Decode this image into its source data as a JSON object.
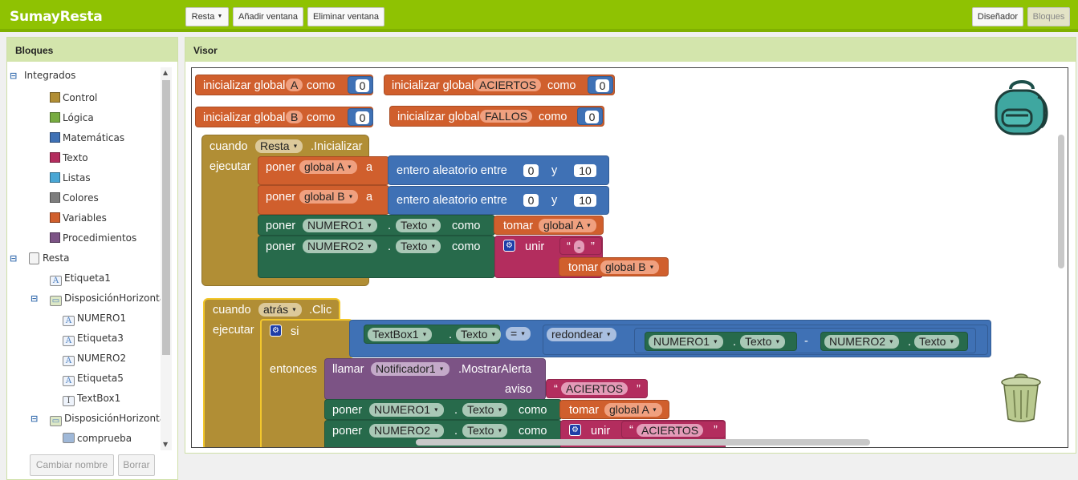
{
  "app": {
    "title": "SumayResta"
  },
  "toolbar": {
    "screen_select": "Resta",
    "add_screen": "Añadir ventana",
    "remove_screen": "Eliminar ventana",
    "designer": "Diseñador",
    "blocks": "Bloques"
  },
  "left_panel": {
    "title": "Bloques",
    "builtin": {
      "label": "Integrados",
      "items": [
        "Control",
        "Lógica",
        "Matemáticas",
        "Texto",
        "Listas",
        "Colores",
        "Variables",
        "Procedimientos"
      ]
    },
    "screen": {
      "label": "Resta"
    },
    "components": [
      {
        "label": "Etiqueta1",
        "icon": "label-icon"
      },
      {
        "label": "DisposiciónHorizontal",
        "icon": "horizontal-arrangement-icon"
      },
      {
        "label": "NUMERO1",
        "icon": "label-icon"
      },
      {
        "label": "Etiqueta3",
        "icon": "label-icon"
      },
      {
        "label": "NUMERO2",
        "icon": "label-icon"
      },
      {
        "label": "Etiqueta5",
        "icon": "label-icon"
      },
      {
        "label": "TextBox1",
        "icon": "textbox-icon"
      },
      {
        "label": "DisposiciónHorizontal",
        "icon": "horizontal-arrangement-icon"
      },
      {
        "label": "comprueba",
        "icon": "button-icon"
      }
    ],
    "rename_button": "Cambiar nombre",
    "delete_button": "Borrar"
  },
  "viewer": {
    "title": "Visor",
    "globals": {
      "init": "inicializar global",
      "como": "como",
      "a_name": "A",
      "a_value": "0",
      "b_name": "B",
      "b_value": "0",
      "aciertos_name": "ACIERTOS",
      "aciertos_value": "0",
      "fallos_name": "FALLOS",
      "fallos_value": "0"
    },
    "event1": {
      "cuando": "cuando",
      "component": "Resta",
      "event": ".Inicializar",
      "ejecutar": "ejecutar",
      "set_a": {
        "poner": "poner",
        "var": "global A",
        "a": "a",
        "random": "entero aleatorio entre",
        "from": "0",
        "y": "y",
        "to": "10"
      },
      "set_b": {
        "poner": "poner",
        "var": "global B",
        "a": "a",
        "random": "entero aleatorio entre",
        "from": "0",
        "y": "y",
        "to": "10"
      },
      "set_n1": {
        "poner": "poner",
        "component": "NUMERO1",
        "dot": ".",
        "prop": "Texto",
        "como": "como",
        "tomar": "tomar",
        "var": "global A"
      },
      "set_n2": {
        "poner": "poner",
        "component": "NUMERO2",
        "dot": ".",
        "prop": "Texto",
        "como": "como",
        "unir": "unir",
        "text": "-",
        "tomar": "tomar",
        "var": "global B"
      }
    },
    "event2": {
      "cuando": "cuando",
      "component": "atrás",
      "event": ".Clic",
      "ejecutar": "ejecutar",
      "si": "si",
      "entonces": "entonces",
      "compare": {
        "left": "TextBox1",
        "dot": ".",
        "prop": "Texto",
        "op": "=",
        "round": "redondear",
        "n1": "NUMERO1",
        "prop1": "Texto",
        "minus": "-",
        "n2": "NUMERO2",
        "prop2": "Texto"
      },
      "call": {
        "llamar": "llamar",
        "component": "Notificador1",
        "method": ".MostrarAlerta",
        "aviso": "aviso",
        "text": "ACIERTOS"
      },
      "set_n1": {
        "poner": "poner",
        "component": "NUMERO1",
        "dot": ".",
        "prop": "Texto",
        "como": "como",
        "tomar": "tomar",
        "var": "global A"
      },
      "set_n2": {
        "poner": "poner",
        "component": "NUMERO2",
        "dot": ".",
        "prop": "Texto",
        "como": "como",
        "unir": "unir",
        "text": "ACIERTOS"
      }
    }
  },
  "colors": {
    "brand": "#8fc202",
    "variables": "#d05f2d",
    "math": "#3f71b5",
    "text": "#b32d5e",
    "control": "#b18e35",
    "procedures": "#7c5385",
    "components": "#276a4b",
    "event_selected": "#f3c72c"
  }
}
